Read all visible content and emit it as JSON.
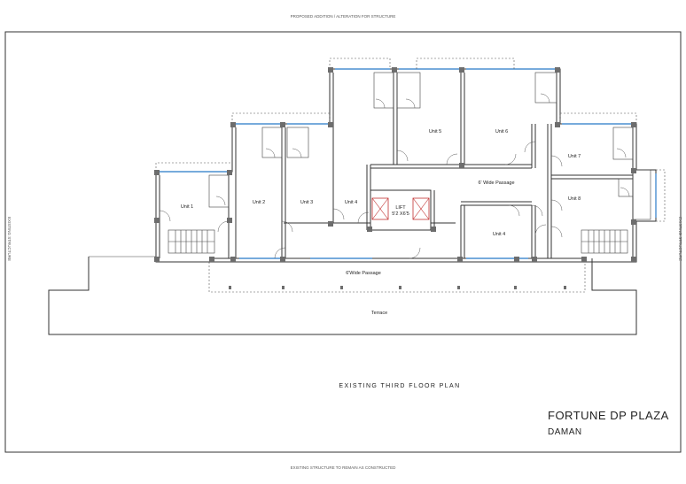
{
  "sheet": {
    "top_note": "PROPOSED ADDITION / ALTERATION FOR STRUCTURE",
    "bottom_note": "EXISTING STRUCTURE TO REMAIN AS CONSTRUCTED",
    "left_note": "EXISTING STRUCTURE",
    "right_note": "EXISTING STRUCTURE"
  },
  "plan": {
    "caption": "EXISTING THIRD FLOOR PLAN",
    "units": [
      "Unit 1",
      "Unit 2",
      "Unit 3",
      "Unit 4",
      "Unit 5",
      "Unit 6",
      "Unit 7",
      "Unit 8",
      "Unit 4"
    ],
    "lift_label": "LIFT",
    "lift_size": "5'2 X6'5",
    "passage_upper": "6' Wide Passage",
    "passage_lower": "6'Wide Passage",
    "terrace": "Terrace"
  },
  "project": {
    "name": "FORTUNE DP PLAZA",
    "location": "DAMAN"
  }
}
